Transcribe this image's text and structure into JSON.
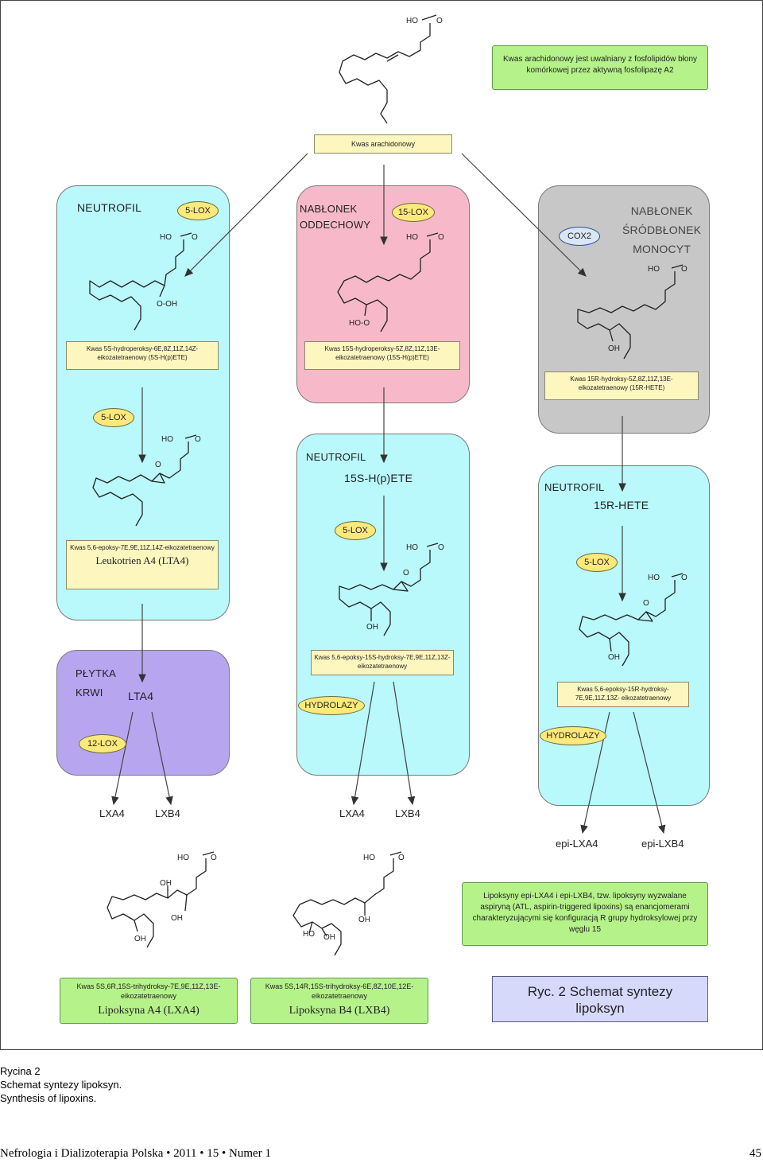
{
  "top_note": "Kwas arachidonowy jest uwalniany z fosfolipidów błony komórkowej przez aktywną fosfolipazę A2",
  "center_box": "Kwas arachidonowy",
  "panel_neutrofil_left": {
    "title": "NEUTROFIL",
    "enzyme1": "5-LOX",
    "box1": "Kwas 5S-hydroperoksy-6E,8Z,11Z,14Z-eikozatetraenowy (5S-H(p)ETE)",
    "enzyme2": "5-LOX",
    "box2": "Kwas 5,6-epoksy-7E,9E,11Z,14Z-eikozatetraenowy",
    "box2_name": "Leukotrien A4 (LTA4)"
  },
  "panel_nablonek": {
    "title_line1": "NABŁONEK",
    "title_line2": "ODDECHOWY",
    "enzyme": "15-LOX",
    "box": "Kwas 15S-hydroperoksy-5Z,8Z,11Z,13E-eikozatetraenowy (15S-H(p)ETE)"
  },
  "panel_srodblonek": {
    "title_line1": "NABŁONEK",
    "title_line2": "ŚRÓDBŁONEK",
    "title_line3": "MONOCYT",
    "enzyme": "COX2",
    "box": "Kwas 15R-hydroksy-5Z,8Z,11Z,13E-eikozatetraenowy (15R-HETE)"
  },
  "panel_neutrofil_mid": {
    "title": "NEUTROFIL",
    "subtitle": "15S-H(p)ETE",
    "enzyme": "5-LOX",
    "box": "Kwas 5,6-epoksy-15S-hydroksy-7E,9E,11Z,13Z- eikozatetraenowy",
    "hydrolase": "HYDROLAZY"
  },
  "panel_neutrofil_right": {
    "title": "NEUTROFIL",
    "subtitle": "15R-HETE",
    "enzyme": "5-LOX",
    "box": "Kwas 5,6-epoksy-15R-hydroksy-7E,9E,11Z,13Z- eikozatetraenowy",
    "hydrolase": "HYDROLAZY"
  },
  "panel_plytka": {
    "title_line1": "PŁYTKA",
    "title_line2": "KRWI",
    "label": "LTA4",
    "enzyme": "12-LOX"
  },
  "products": {
    "left_a": "LXA4",
    "left_b": "LXB4",
    "mid_a": "LXA4",
    "mid_b": "LXB4",
    "right_a": "epi-LXA4",
    "right_b": "epi-LXB4"
  },
  "epi_note": "Lipoksyny epi-LXA4 i epi-LXB4, tzw. lipoksyny wyzwalane aspiryną (ATL, aspirin-triggered lipoxins) są enancjomerami charakteryzującymi się konfiguracją R grupy hydroksylowej przy węglu 15",
  "lxa4_box": {
    "text": "Kwas 5S,6R,15S-trihydroksy-7E,9E,11Z,13E-eikozatetraenowy",
    "name": "Lipoksyna A4 (LXA4)"
  },
  "lxb4_box": {
    "text": "Kwas 5S,14R,15S-trihydroksy-6E,8Z,10E,12E-eikozatetraenowy",
    "name": "Lipoksyna B4 (LXB4)"
  },
  "ryc": {
    "line1": "Ryc. 2 Schemat syntezy",
    "line2": "lipoksyn"
  },
  "caption": {
    "line1": "Rycina 2",
    "line2": "Schemat syntezy lipoksyn.",
    "line3": "Synthesis of lipoxins."
  },
  "footer": {
    "journal": "Nefrologia i Dializoterapia Polska • 2011 • 15 • Numer 1",
    "page": "45"
  },
  "chem_labels": {
    "ho": "HO",
    "o": "O",
    "oh": "OH",
    "ooh": "O-OH",
    "hoo": "HO-O"
  },
  "colors": {
    "cyan": "#b9f8fb",
    "pink": "#f7b9c9",
    "gray": "#c7c7c7",
    "violet": "#b7a6ef",
    "yellow": "#fce97b",
    "green": "#b6f28a"
  }
}
